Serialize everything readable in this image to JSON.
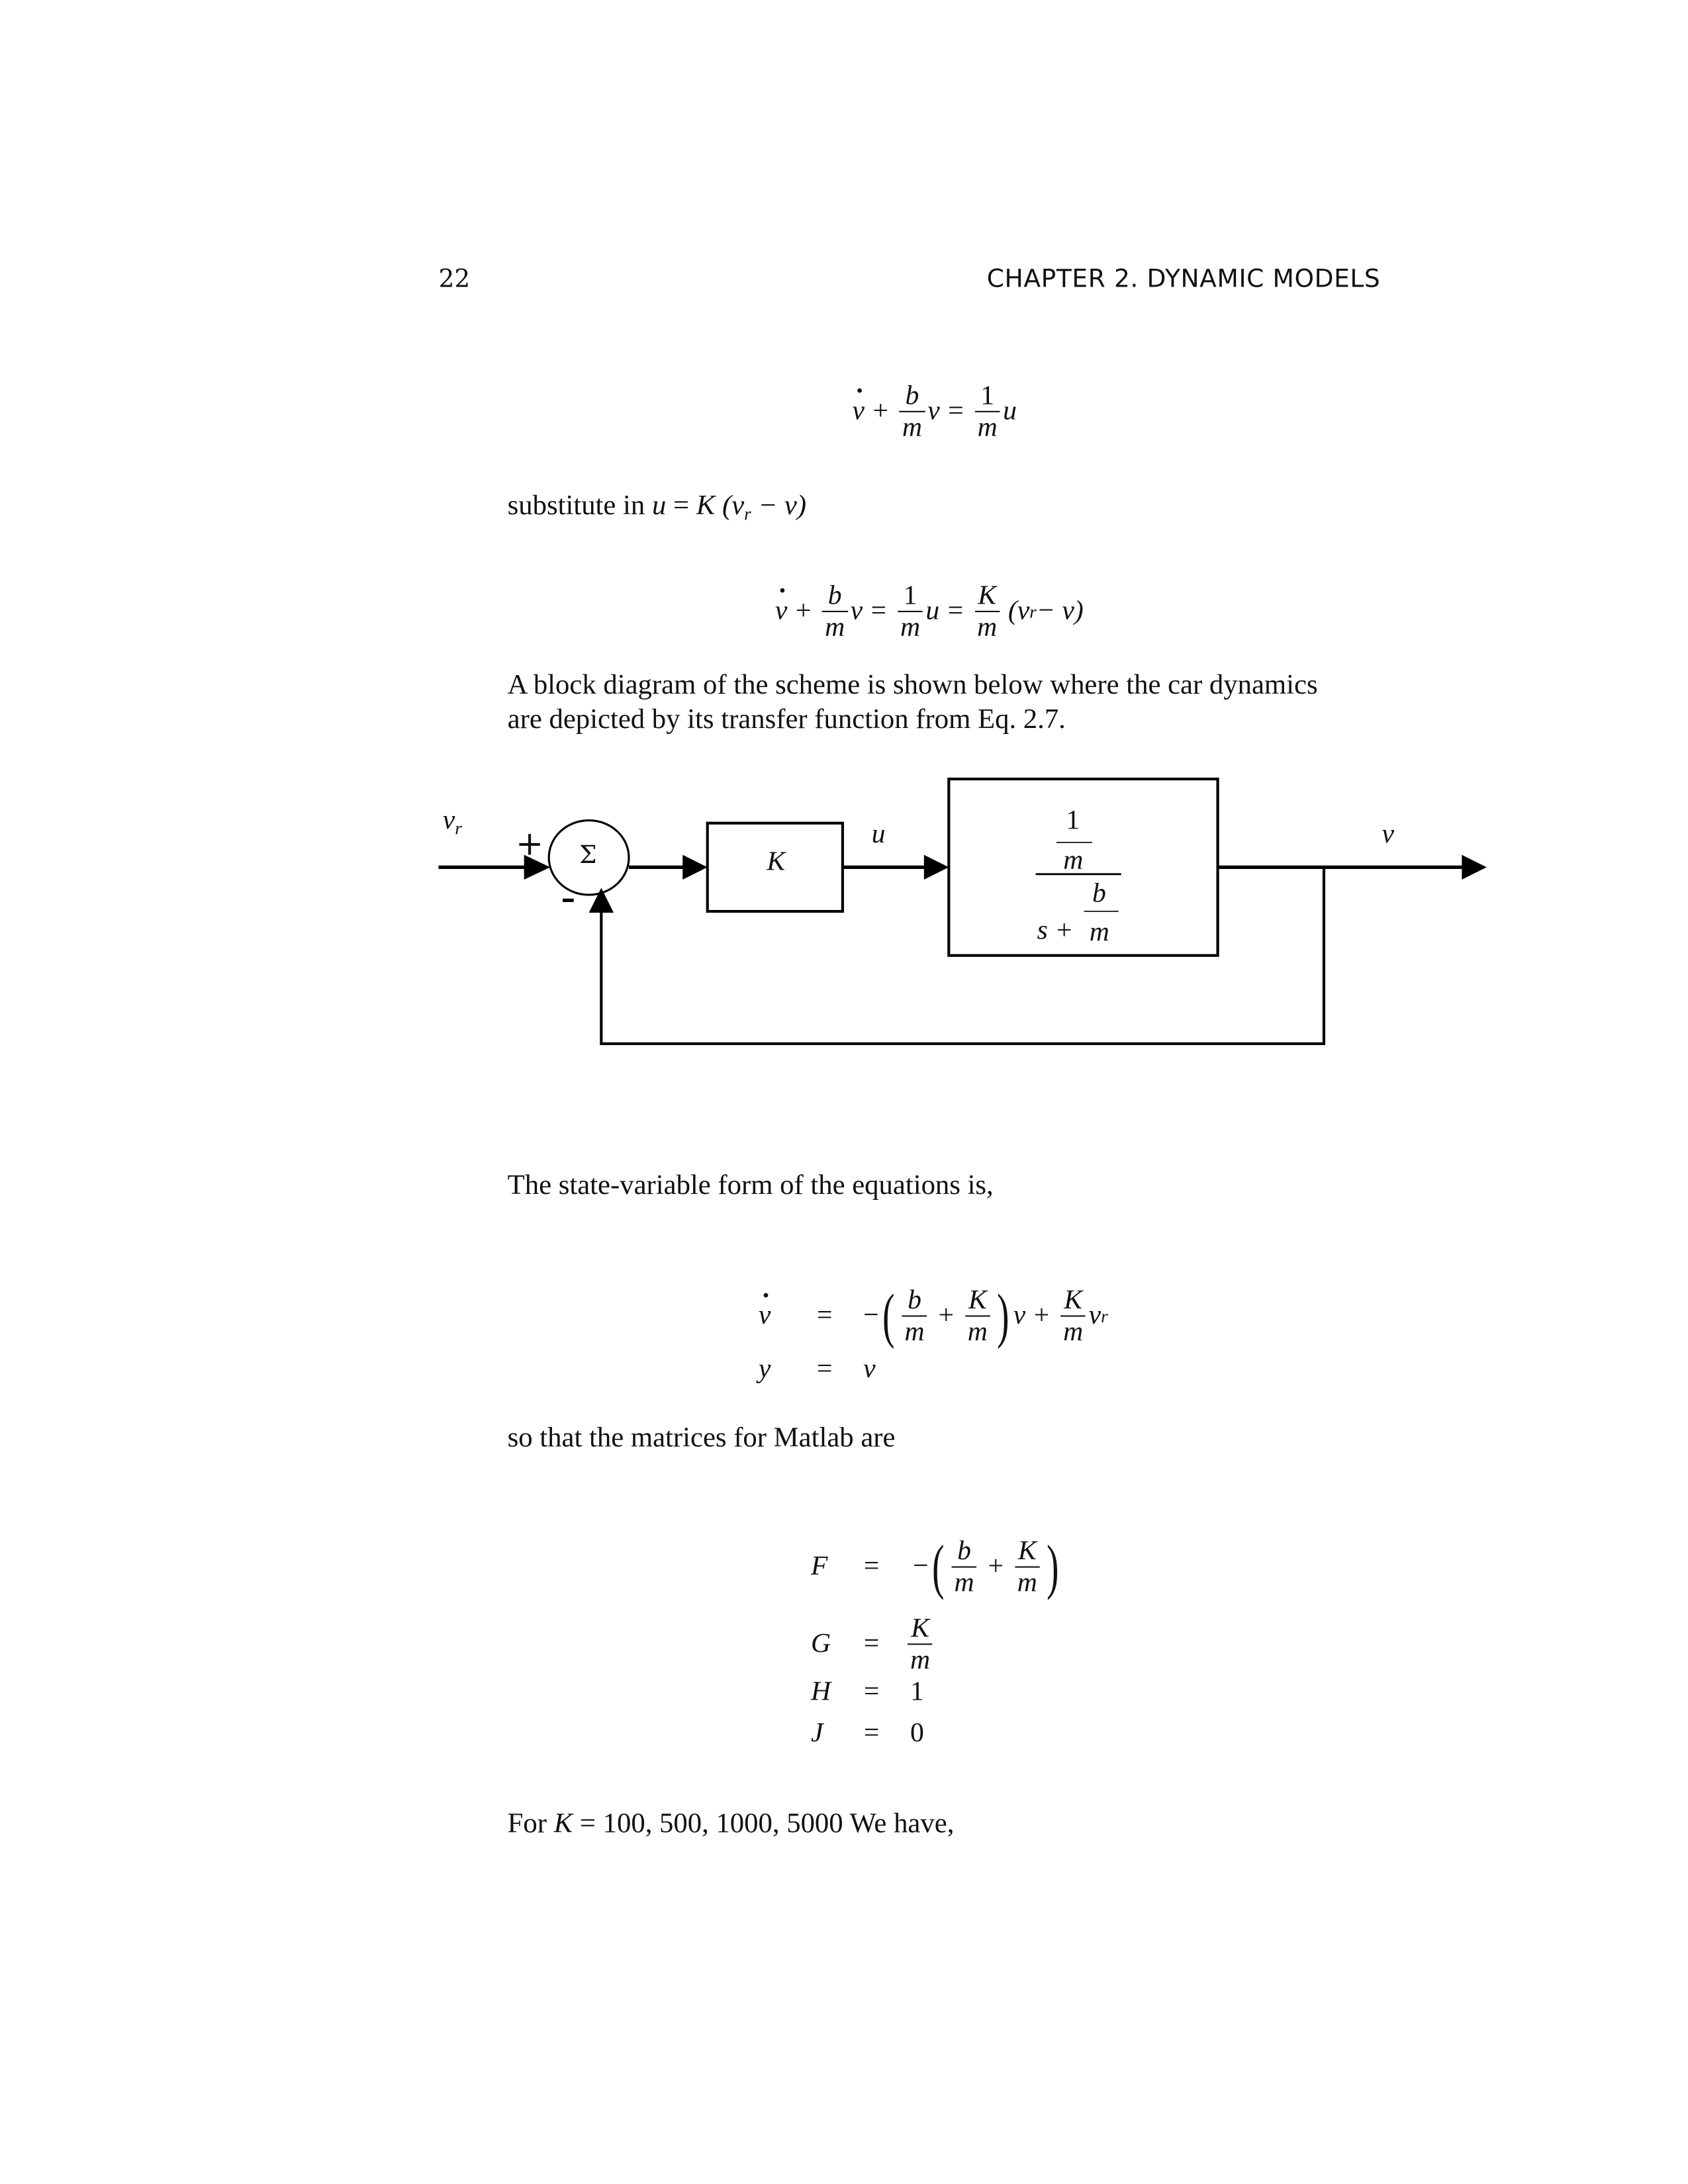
{
  "page_number": "22",
  "running_header": "CHAPTER 2.  DYNAMIC MODELS",
  "eq1": {
    "vdot": "v",
    "plus": "+",
    "b": "b",
    "m": "m",
    "v": "v",
    "eq": "=",
    "one": "1",
    "u": "u"
  },
  "substitute": {
    "text": "substitute in ",
    "u": "u",
    "eq": " = ",
    "K": "K",
    "expr_open": " (v",
    "r": "r",
    "expr_close": " − v)"
  },
  "eq2": {
    "vdot": "v",
    "plus": "+",
    "b": "b",
    "m": "m",
    "v": "v",
    "eq": "=",
    "one": "1",
    "u": "u",
    "K": "K",
    "tail_open": "(v",
    "r": "r",
    "tail_close": " − v)"
  },
  "paragraph1": [
    "A block diagram of the scheme is shown below where the car dynamics",
    "are depicted by its transfer function from Eq. 2.7."
  ],
  "diagram": {
    "input_label": "v",
    "input_sub": "r",
    "plus_sign": "+",
    "minus_sign": "−",
    "sum_symbol": "Σ",
    "gain": "K",
    "control_label": "u",
    "tf_num": "1",
    "tf_m": "m",
    "tf_s": "s +",
    "tf_b": "b",
    "tf_m2": "m",
    "output_label": "v"
  },
  "paragraph2": "The state-variable form of the equations is,",
  "state_eq": {
    "row1_lhs": "v",
    "eq": "=",
    "minus": "−",
    "b": "b",
    "m": "m",
    "plus": "+",
    "K": "K",
    "v": "v",
    "vr": "v",
    "r": "r",
    "row2_lhs": "y",
    "row2_rhs": "v"
  },
  "paragraph3": "so that the matrices for Matlab are",
  "matrices": {
    "F": "F",
    "G": "G",
    "H": "H",
    "J": "J",
    "eq": "=",
    "minus": "−",
    "b": "b",
    "m": "m",
    "plus": "+",
    "K": "K",
    "H_val": "1",
    "J_val": "0"
  },
  "closing": {
    "prefix": "For ",
    "K": "K",
    "rest": " = 100, 500, 1000, 5000 We have,"
  }
}
